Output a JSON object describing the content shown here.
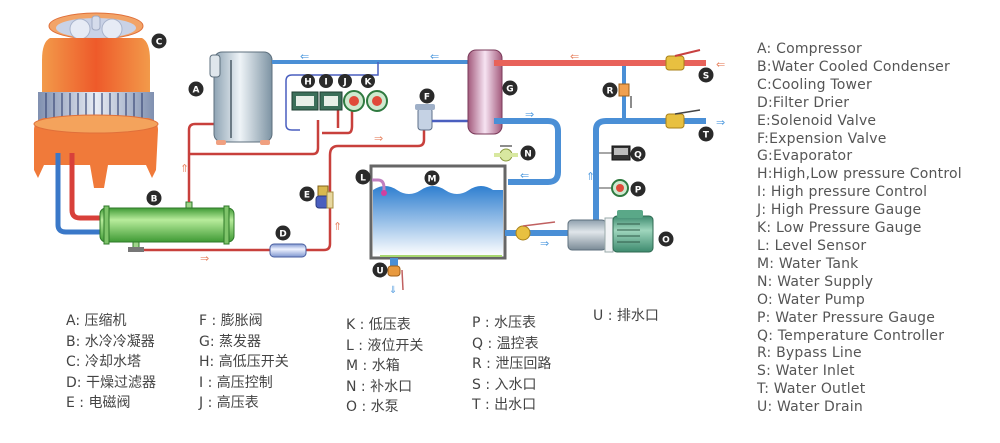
{
  "diagram": {
    "title": "Water-cooled chiller system schematic",
    "colors": {
      "hot_water": "#e8625a",
      "cold_water": "#4a8fd6",
      "refrigerant_line": "#c8403c",
      "cooling_tower": "#f07a3a",
      "condenser": "#5cbf4a",
      "evaporator": "#b06a8a",
      "badge": "#2a2a2a",
      "legend_text": "#555555"
    },
    "components": [
      {
        "id": "A",
        "name": "Compressor"
      },
      {
        "id": "B",
        "name": "Water Cooled Condenser"
      },
      {
        "id": "C",
        "name": "Cooling Tower"
      },
      {
        "id": "D",
        "name": "Filter Drier"
      },
      {
        "id": "E",
        "name": "Solenoid Valve"
      },
      {
        "id": "F",
        "name": "Expension Valve"
      },
      {
        "id": "G",
        "name": "Evaporator"
      },
      {
        "id": "H",
        "name": "High,Low pressure Control"
      },
      {
        "id": "I",
        "name": "High pressure Control"
      },
      {
        "id": "J",
        "name": "High Pressure Gauge"
      },
      {
        "id": "K",
        "name": "Low Pressure Gauge"
      },
      {
        "id": "L",
        "name": "Level Sensor"
      },
      {
        "id": "M",
        "name": "Water Tank"
      },
      {
        "id": "N",
        "name": "Water Supply"
      },
      {
        "id": "O",
        "name": "Water Pump"
      },
      {
        "id": "P",
        "name": "Water Pressure Gauge"
      },
      {
        "id": "Q",
        "name": "Temperature Controller"
      },
      {
        "id": "R",
        "name": "Bypass Line"
      },
      {
        "id": "S",
        "name": "Water Inlet"
      },
      {
        "id": "T",
        "name": "Water Outlet"
      },
      {
        "id": "U",
        "name": "Water Drain"
      }
    ]
  },
  "legend_en": [
    "A: Compressor",
    "B:Water Cooled Condenser",
    "C:Cooling Tower",
    "D:Filter Drier",
    "E:Solenoid Valve",
    "F:Expension Valve",
    "G:Evaporator",
    "H:High,Low pressure Control",
    "I: High pressure Control",
    "J: High Pressure Gauge",
    "K: Low Pressure Gauge",
    "L: Level Sensor",
    "M: Water Tank",
    "N: Water Supply",
    "O: Water Pump",
    "P: Water Pressure Gauge",
    "Q: Temperature Controller",
    "R: Bypass Line",
    "S: Water Inlet",
    "T: Water Outlet",
    "U: Water Drain"
  ],
  "legend_cn": {
    "col1": [
      "A: 压缩机",
      "B: 水冷冷凝器",
      "C: 冷却水塔",
      "D: 干燥过滤器",
      "E : 电磁阀"
    ],
    "col2": [
      "F : 膨胀阀",
      "G: 蒸发器",
      "H: 高低压开关",
      "I : 高压控制",
      "J : 高压表"
    ],
    "col3": [
      "K : 低压表",
      "L : 液位开关",
      "M : 水箱",
      "N : 补水口",
      "O : 水泵"
    ],
    "col4": [
      "P : 水压表",
      "Q : 温控表",
      "R : 泄压回路",
      "S : 入水口",
      "T : 出水口"
    ],
    "col5": [
      "U : 排水口"
    ]
  }
}
